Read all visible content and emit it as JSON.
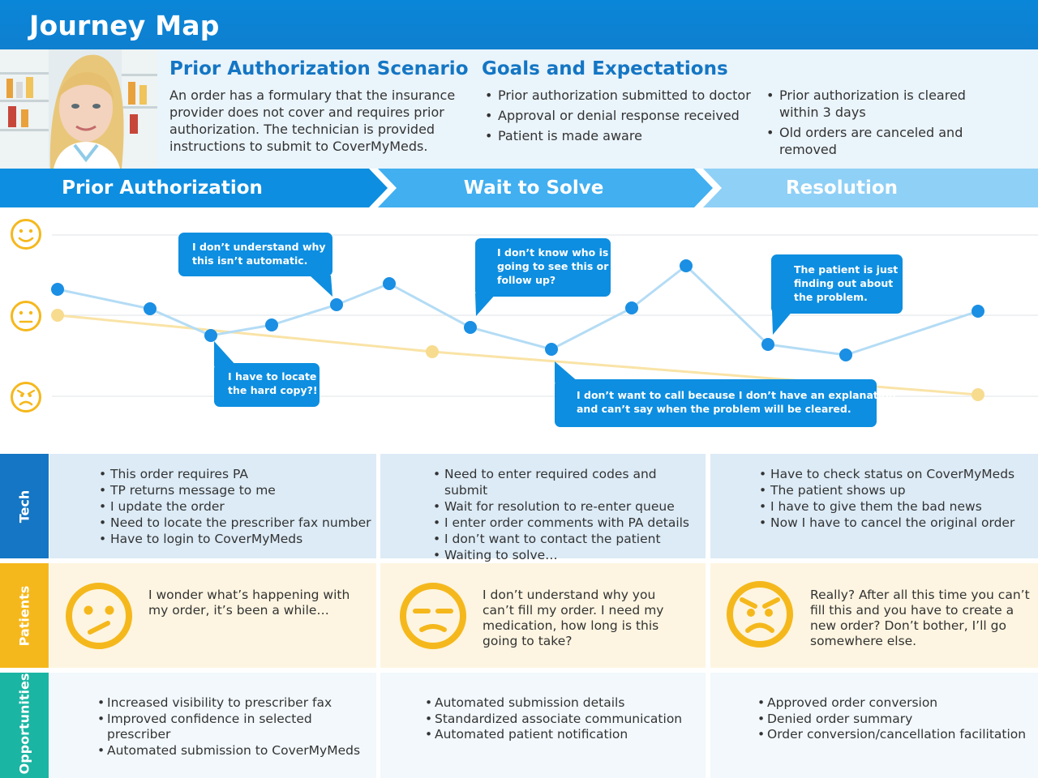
{
  "header": {
    "title": "Journey Map"
  },
  "scenario": {
    "title": "Prior Authorization Scenario",
    "lines": [
      "An order has a formulary that the insurance",
      "provider does not cover and requires prior",
      "authorization. The technician is provided",
      "instructions to submit to CoverMyMeds."
    ]
  },
  "goals": {
    "title": "Goals and Expectations",
    "col1": [
      "Prior authorization submitted to doctor",
      "Approval or denial response received",
      "Patient is made aware"
    ],
    "col2": [
      "Prior authorization is cleared within 3 days",
      "Old orders are canceled and removed"
    ]
  },
  "phases": [
    "Prior Authorization",
    "Wait to Solve",
    "Resolution"
  ],
  "emotion_levels": [
    "happy",
    "neutral",
    "angry"
  ],
  "bubbles": [
    {
      "lines": [
        "I don’t understand why",
        "this isn’t automatic."
      ]
    },
    {
      "lines": [
        "I have to locate",
        "the hard copy?!"
      ]
    },
    {
      "lines": [
        "I don’t know who is",
        "going to see this or",
        "follow up?"
      ]
    },
    {
      "lines": [
        "The patient is just",
        "finding out about",
        "the problem."
      ]
    },
    {
      "lines": [
        "I don’t want to call because I don’t have an explanation",
        "and can’t say when the problem will be cleared."
      ]
    }
  ],
  "chart_data": {
    "type": "line",
    "y_scale": {
      "happy": 1,
      "neutral": 0,
      "angry": -1
    },
    "series": [
      {
        "name": "",
        "color": "#1a8fe3",
        "values": [
          0.32,
          0.08,
          -0.25,
          -0.12,
          0.13,
          0.39,
          -0.15,
          -0.42,
          0.09,
          0.61,
          -0.36,
          -0.49,
          0.05
        ]
      },
      {
        "name": "",
        "color": "#f7dc8f",
        "values": [
          0.0,
          -0.45,
          -0.98
        ]
      }
    ]
  },
  "rows": {
    "tech": {
      "label": "Tech",
      "color": "#1476c4",
      "cols": [
        [
          "This order requires PA",
          "TP returns message to me",
          "I update the order",
          "Need to locate the prescriber fax number",
          "Have to login to CoverMyMeds"
        ],
        [
          "Need to enter required codes and submit",
          "Wait for resolution to re-enter queue",
          "I enter order comments with PA details",
          "I don’t want to contact the patient",
          "Waiting to solve…"
        ],
        [
          "Have to check status on CoverMyMeds",
          "The patient shows up",
          "I have to give them the bad news",
          "Now I have to cancel the original order"
        ]
      ]
    },
    "patients": {
      "label": "Patients",
      "color": "#f5b81c",
      "cols": [
        {
          "mood": "confused",
          "lines": [
            "I wonder what’s happening with",
            "my order, it’s been a while…"
          ]
        },
        {
          "mood": "unhappy",
          "lines": [
            "I don’t understand why you",
            "can’t fill my order. I need my",
            "medication, how long is this",
            "going to take?"
          ]
        },
        {
          "mood": "angry",
          "lines": [
            "Really? After all this time you can’t",
            "fill this and you have to create a",
            "new order? Don’t bother, I’ll go",
            "somewhere else."
          ]
        }
      ]
    },
    "opportunities": {
      "label": "Opportunities",
      "color": "#1ab5a3",
      "cols": [
        [
          "Increased visibility to prescriber fax",
          "Improved confidence in selected prescriber",
          "Automated submission to CoverMyMeds"
        ],
        [
          "Automated submission details",
          "Standardized associate communication",
          "Automated patient notification"
        ],
        [
          "Approved order conversion",
          "Denied order summary",
          "Order conversion/cancellation facilitation"
        ]
      ]
    }
  }
}
